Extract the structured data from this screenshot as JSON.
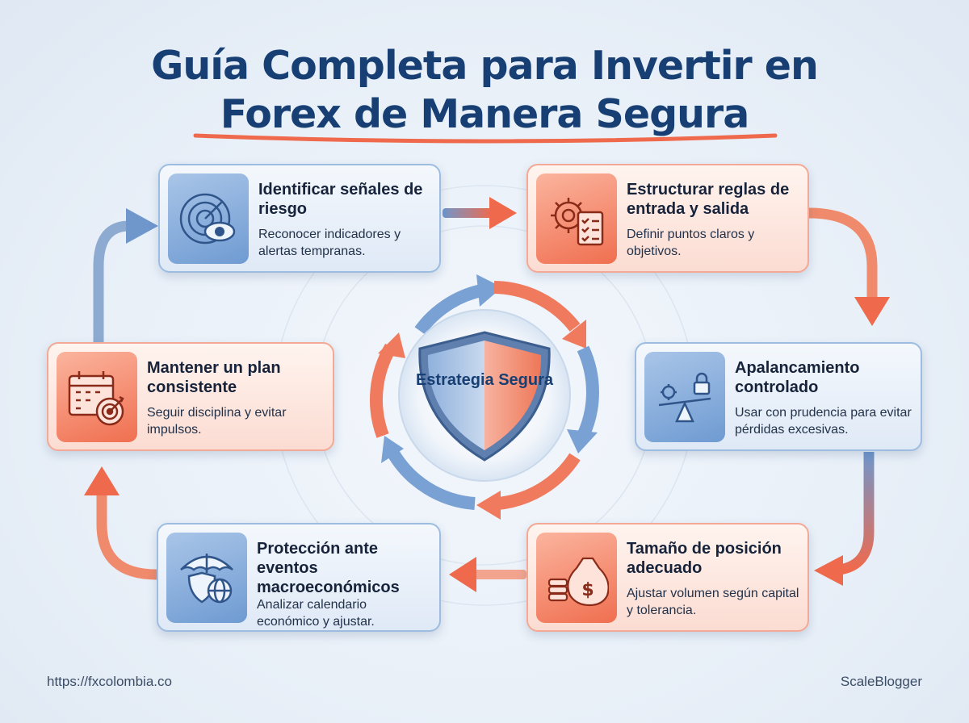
{
  "title": {
    "line1": "Guía Completa para Invertir en",
    "line2": "Forex de Manera Segura"
  },
  "center": {
    "label": "Estrategia Segura",
    "icon": "shield-icon"
  },
  "steps": [
    {
      "title": "Identificar señales de riesgo",
      "description": "Reconocer indicadores y alertas tempranas.",
      "icon": "radar-eye-icon",
      "color": "#6f9bd2"
    },
    {
      "title": "Estructurar reglas de entrada y salida",
      "description": "Definir puntos claros y objetivos.",
      "icon": "gear-checklist-icon",
      "color": "#f06f50"
    },
    {
      "title": "Apalancamiento controlado",
      "description": "Usar con prudencia para evitar pérdidas excesivas.",
      "icon": "balance-lock-icon",
      "color": "#6f9bd2"
    },
    {
      "title": "Tamaño de posición adecuado",
      "description": "Ajustar volumen según capital y tolerancia.",
      "icon": "money-bag-icon",
      "color": "#f06f50"
    },
    {
      "title": "Protección ante eventos macroeconómicos",
      "description": "Analizar calendario económico y ajustar.",
      "icon": "umbrella-shield-globe-icon",
      "color": "#6f9bd2"
    },
    {
      "title": "Mantener un plan consistente",
      "description": "Seguir disciplina y evitar impulsos.",
      "icon": "calendar-target-icon",
      "color": "#f06f50"
    }
  ],
  "footer": {
    "left": "https://fxcolombia.co",
    "right": "ScaleBlogger"
  },
  "colors": {
    "title": "#173f73",
    "accent_red": "#ef6a4d",
    "accent_blue": "#5d8ac4"
  }
}
